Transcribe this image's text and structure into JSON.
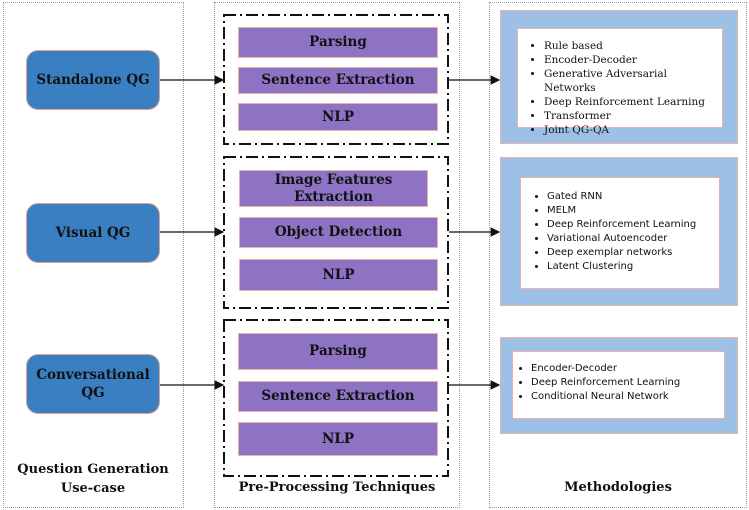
{
  "columns": {
    "usecase": {
      "label": "Question Generation Use-case",
      "items": [
        "Standalone QG",
        "Visual QG",
        "Conversational QG"
      ]
    },
    "preprocessing": {
      "label": "Pre-Processing Techniques",
      "groups": [
        [
          "Parsing",
          "Sentence Extraction",
          "NLP"
        ],
        [
          "Image Features Extraction",
          "Object Detection",
          "NLP"
        ],
        [
          "Parsing",
          "Sentence Extraction",
          "NLP"
        ]
      ]
    },
    "methodologies": {
      "label": "Methodologies",
      "groups": [
        [
          "Rule based",
          "Encoder-Decoder",
          "Generative Adversarial Networks",
          "Deep Reinforcement Learning",
          "Transformer",
          "Joint QG-QA"
        ],
        [
          "Gated RNN",
          "MELM",
          "Deep Reinforcement Learning",
          "Variational Autoencoder",
          "Deep exemplar networks",
          "Latent Clustering"
        ],
        [
          "Encoder-Decoder",
          "Deep Reinforcement Learning",
          "Conditional Neural Network"
        ]
      ]
    }
  },
  "colors": {
    "usecase_box": "#3a7fc1",
    "preprocessing_box": "#8e72c4",
    "methodology_box": "#9cc0e6"
  }
}
